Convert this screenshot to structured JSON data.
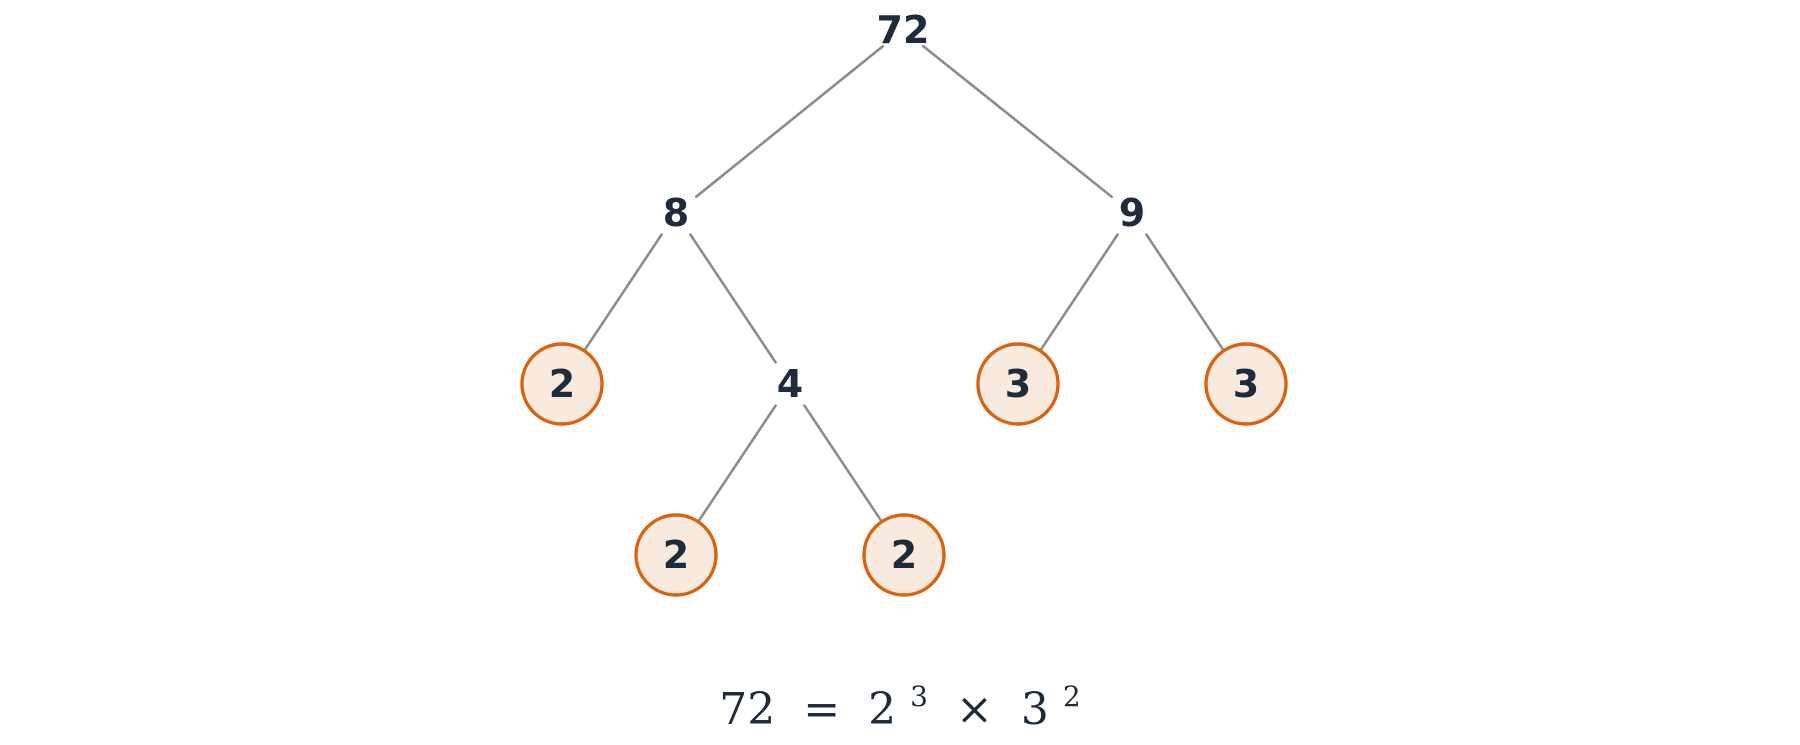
{
  "diagram": {
    "nodes": [
      {
        "id": "n72",
        "label": "72",
        "prime": false
      },
      {
        "id": "n8",
        "label": "8",
        "prime": false
      },
      {
        "id": "n9",
        "label": "9",
        "prime": false
      },
      {
        "id": "n2a",
        "label": "2",
        "prime": true
      },
      {
        "id": "n4",
        "label": "4",
        "prime": false
      },
      {
        "id": "n3a",
        "label": "3",
        "prime": true
      },
      {
        "id": "n3b",
        "label": "3",
        "prime": true
      },
      {
        "id": "n2b",
        "label": "2",
        "prime": true
      },
      {
        "id": "n2c",
        "label": "2",
        "prime": true
      }
    ],
    "edges": [
      {
        "from": "n72",
        "to": "n8"
      },
      {
        "from": "n72",
        "to": "n9"
      },
      {
        "from": "n8",
        "to": "n2a"
      },
      {
        "from": "n8",
        "to": "n4"
      },
      {
        "from": "n9",
        "to": "n3a"
      },
      {
        "from": "n9",
        "to": "n3b"
      },
      {
        "from": "n4",
        "to": "n2b"
      },
      {
        "from": "n4",
        "to": "n2c"
      }
    ],
    "colors": {
      "edge": "#8a8d90",
      "prime_fill": "#f9eadf",
      "prime_stroke": "#d9630f",
      "text": "#1f2a3a"
    }
  },
  "formula": {
    "lhs": "72",
    "equals": "=",
    "base1": "2",
    "exp1": "3",
    "times": "×",
    "base2": "3",
    "exp2": "2"
  }
}
